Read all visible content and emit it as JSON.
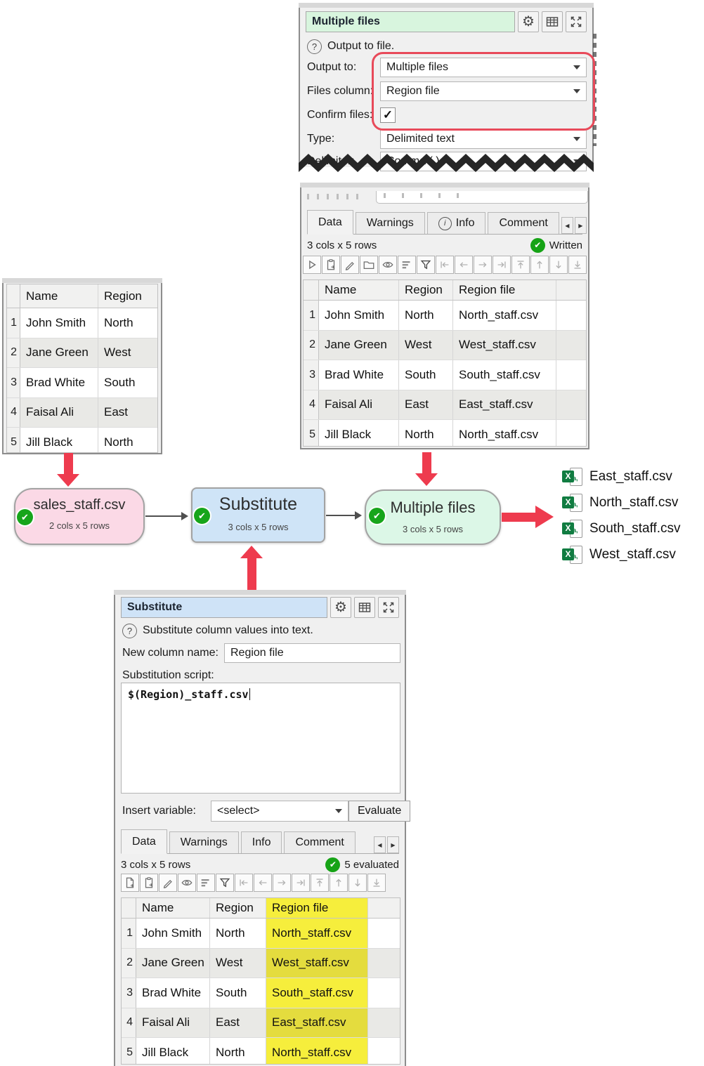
{
  "icons": {
    "gear": "⚙",
    "check": "✔",
    "question": "?",
    "checkbox_check": "✓",
    "tab_prev": "◀",
    "tab_next": "▶",
    "info_i": "i",
    "excel_x": "X",
    "excel_a": "a,"
  },
  "colors": {
    "accent_red": "#e84a5a",
    "arrow_red": "#ee3b4e",
    "node_pink": "#fbd9e6",
    "node_blue": "#cfe4f7",
    "node_green": "#dcf7e7",
    "title_green": "#d8f5de",
    "title_blue": "#cfe3f7",
    "highlight_yellow": "#f6ee3c",
    "check_green": "#16a316"
  },
  "output_panel": {
    "title": "Multiple files",
    "help_text": "Output to file.",
    "output_to_label": "Output to:",
    "output_to_value": "Multiple files",
    "files_column_label": "Files column:",
    "files_column_value": "Region file",
    "confirm_files_label": "Confirm files:",
    "type_label": "Type:",
    "type_value": "Delimited text",
    "delimiter_label": "Delimiter:",
    "delimiter_value": "Comma (,)"
  },
  "written_panel": {
    "tabs": {
      "data": "Data",
      "warnings": "Warnings",
      "info": "Info",
      "comment": "Comment"
    },
    "size_text": "3 cols x 5 rows",
    "status_text": "Written",
    "columns": [
      "Name",
      "Region",
      "Region file"
    ],
    "rows": [
      {
        "num": "1",
        "name": "John Smith",
        "region": "North",
        "file": "North_staff.csv"
      },
      {
        "num": "2",
        "name": "Jane Green",
        "region": "West",
        "file": "West_staff.csv"
      },
      {
        "num": "3",
        "name": "Brad White",
        "region": "South",
        "file": "South_staff.csv"
      },
      {
        "num": "4",
        "name": "Faisal Ali",
        "region": "East",
        "file": "East_staff.csv"
      },
      {
        "num": "5",
        "name": "Jill Black",
        "region": "North",
        "file": "North_staff.csv"
      }
    ]
  },
  "input_table": {
    "columns": [
      "Name",
      "Region"
    ],
    "rows": [
      {
        "num": "1",
        "name": "John Smith",
        "region": "North"
      },
      {
        "num": "2",
        "name": "Jane Green",
        "region": "West"
      },
      {
        "num": "3",
        "name": "Brad White",
        "region": "South"
      },
      {
        "num": "4",
        "name": "Faisal Ali",
        "region": "East"
      },
      {
        "num": "5",
        "name": "Jill Black",
        "region": "North"
      }
    ]
  },
  "flow": {
    "source_node": {
      "title": "sales_staff.csv",
      "subtitle": "2 cols x 5 rows"
    },
    "substitute_node": {
      "title": "Substitute",
      "subtitle": "3 cols x 5 rows"
    },
    "output_node": {
      "title": "Multiple files",
      "subtitle": "3 cols x 5 rows"
    },
    "output_files": [
      "East_staff.csv",
      "North_staff.csv",
      "South_staff.csv",
      "West_staff.csv"
    ]
  },
  "substitute_panel": {
    "title": "Substitute",
    "help_text": "Substitute column values into text.",
    "new_column_label": "New column name:",
    "new_column_value": "Region file",
    "script_label": "Substitution script:",
    "script_value": "$(Region)_staff.csv",
    "insert_variable_label": "Insert variable:",
    "insert_variable_value": "<select>",
    "evaluate_label": "Evaluate",
    "tabs": {
      "data": "Data",
      "warnings": "Warnings",
      "info": "Info",
      "comment": "Comment"
    },
    "size_text": "3 cols x 5 rows",
    "status_text": "5 evaluated",
    "columns": [
      "Name",
      "Region",
      "Region file"
    ],
    "rows": [
      {
        "num": "1",
        "name": "John Smith",
        "region": "North",
        "file": "North_staff.csv"
      },
      {
        "num": "2",
        "name": "Jane Green",
        "region": "West",
        "file": "West_staff.csv"
      },
      {
        "num": "3",
        "name": "Brad White",
        "region": "South",
        "file": "South_staff.csv"
      },
      {
        "num": "4",
        "name": "Faisal Ali",
        "region": "East",
        "file": "East_staff.csv"
      },
      {
        "num": "5",
        "name": "Jill Black",
        "region": "North",
        "file": "North_staff.csv"
      }
    ]
  }
}
